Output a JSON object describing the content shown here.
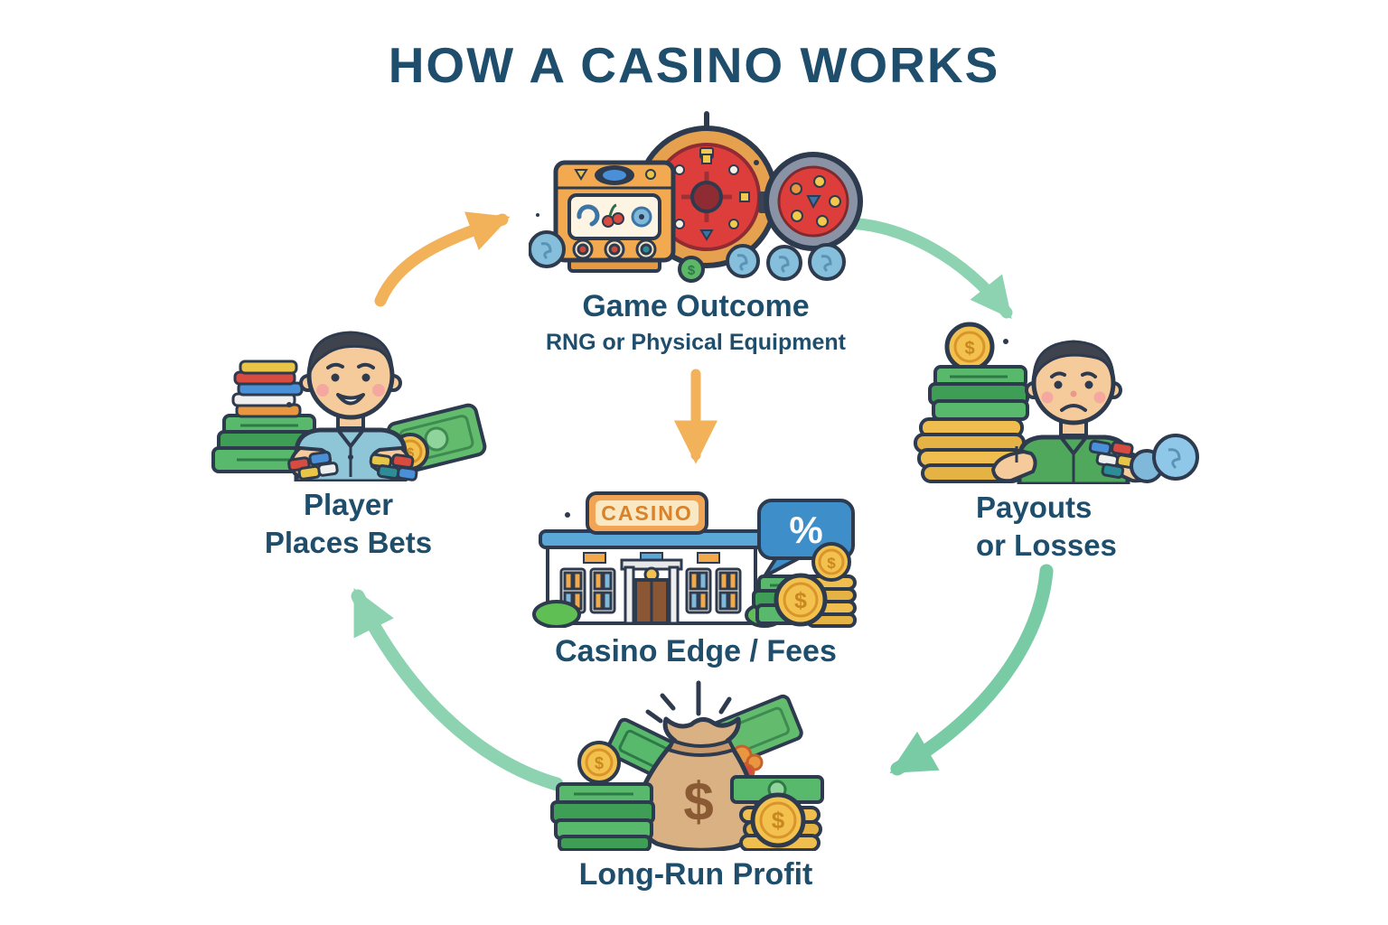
{
  "title": "HOW A CASINO WORKS",
  "colors": {
    "text": "#1E4E6B",
    "arrow_orange": "#F2B259",
    "arrow_green": "#8ED3B1",
    "arrow_green_dark": "#79CBA5"
  },
  "nodes": {
    "game_outcome": {
      "label": "Game Outcome",
      "sublabel": "RNG or Physical Equipment"
    },
    "player": {
      "label": "Player\nPlaces Bets"
    },
    "payouts": {
      "label": "Payouts\nor Losses"
    },
    "casino_edge": {
      "label": "Casino Edge / Fees"
    },
    "long_run": {
      "label": "Long-Run Profit"
    }
  },
  "illustrations": {
    "casino_sign": "CASINO",
    "percent": "%",
    "dollar": "$"
  },
  "arrows": [
    {
      "name": "player-to-game-outcome",
      "color": "#F2B259"
    },
    {
      "name": "game-outcome-to-payouts",
      "color": "#8ED3B1"
    },
    {
      "name": "game-outcome-to-casino-edge",
      "color": "#F2B259"
    },
    {
      "name": "payouts-to-long-run-profit",
      "color": "#79CBA5"
    },
    {
      "name": "long-run-profit-to-player",
      "color": "#8ED3B1"
    }
  ]
}
